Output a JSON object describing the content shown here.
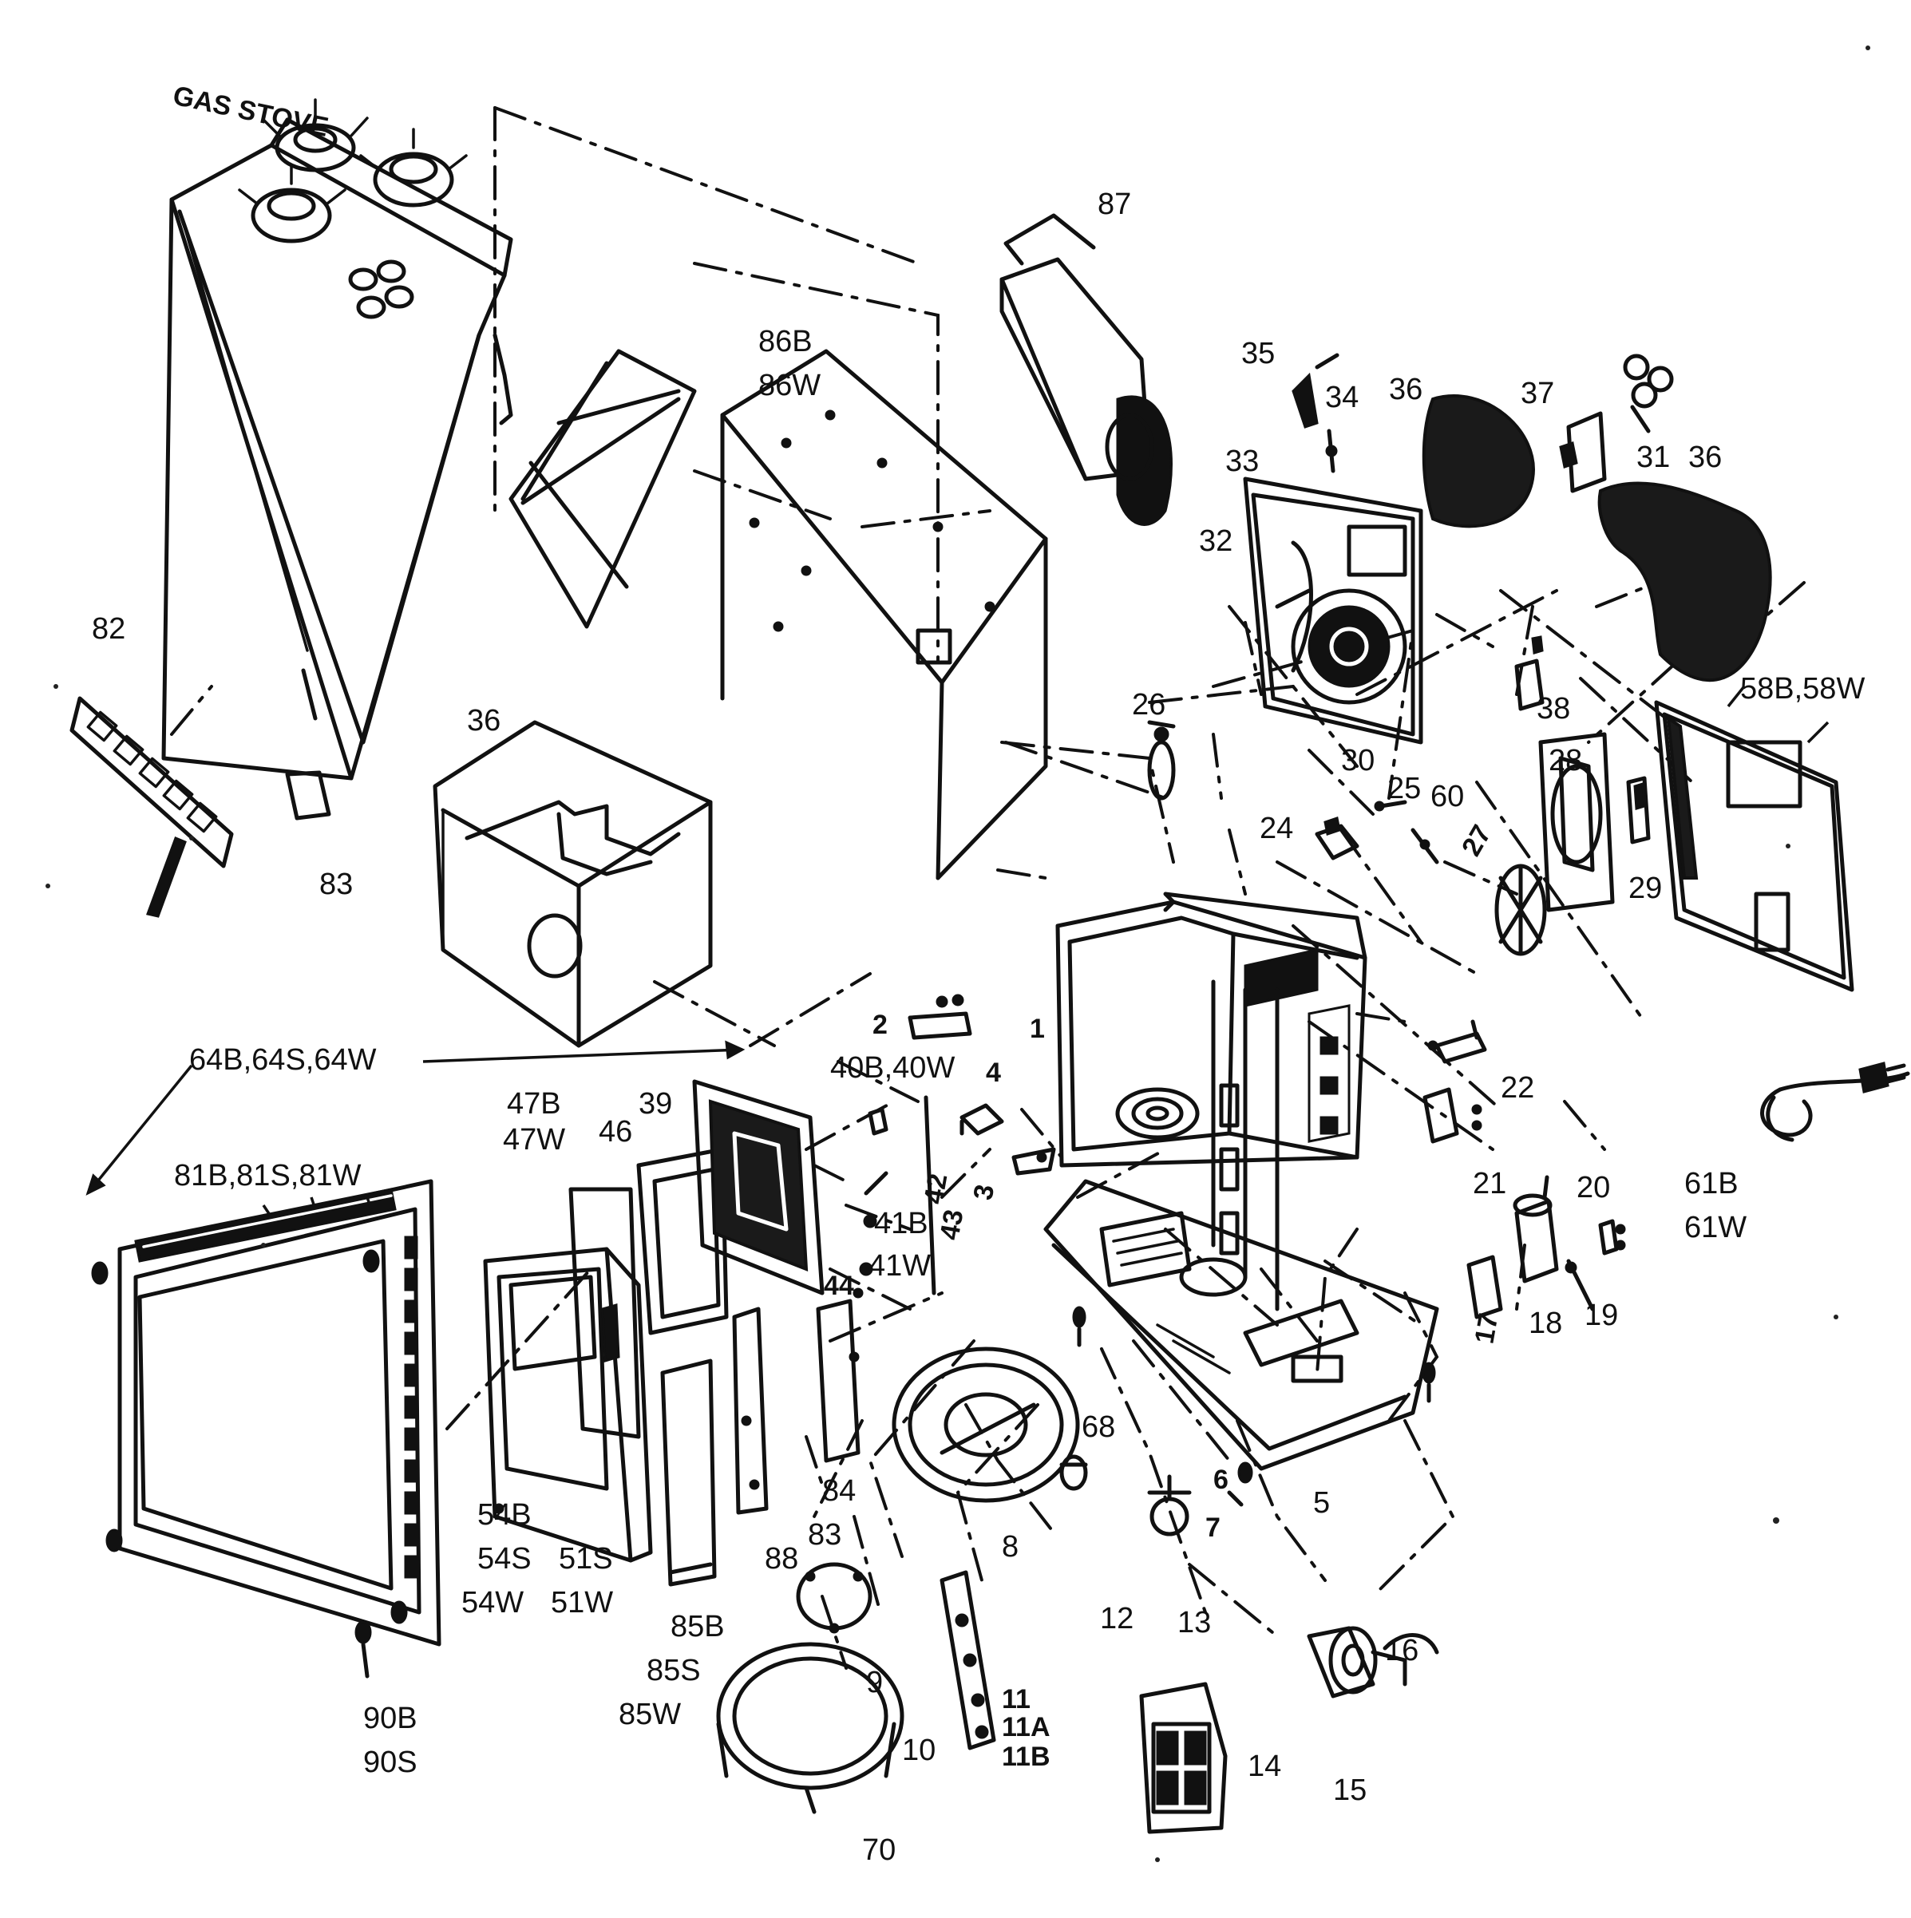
{
  "title": "",
  "gas_stove_caption": "GAS STOVE",
  "part_labels": {
    "p1": "1",
    "p2": "2",
    "p3": "3",
    "p4": "4",
    "p5": "5",
    "p6": "6",
    "p7": "7",
    "p8": "8",
    "p9": "9",
    "p10": "10",
    "p11": "11",
    "p11A": "11A",
    "p11B": "11B",
    "p12": "12",
    "p13": "13",
    "p14": "14",
    "p15": "15",
    "p16": "16",
    "p17": "17",
    "p18": "18",
    "p19": "19",
    "p20": "20",
    "p21": "21",
    "p22": "22",
    "p24": "24",
    "p25": "25",
    "p26": "26",
    "p27": "27",
    "p28": "28",
    "p29": "29",
    "p30": "30",
    "p31": "31",
    "p32": "32",
    "p33": "33",
    "p34": "34",
    "p35": "35",
    "p36a": "36",
    "p36b": "36",
    "p36c": "36",
    "p37": "37",
    "p38": "38",
    "p39": "39",
    "p40": "40B,40W",
    "p41a": "41B",
    "p41b": "41W",
    "p42": "42",
    "p43": "43",
    "p44": "44",
    "p46": "46",
    "p47a": "47B",
    "p47b": "47W",
    "p51a": "51S",
    "p51b": "51W",
    "p54a": "54B",
    "p54b": "54S",
    "p54c": "54W",
    "p58": "58B,58W",
    "p60": "60",
    "p61a": "61B",
    "p61b": "61W",
    "p64": "64B,64S,64W",
    "p68": "68",
    "p70": "70",
    "p81": "81B,81S,81W",
    "p82": "82",
    "p83a": "83",
    "p83b": "83",
    "p84": "84",
    "p85a": "85B",
    "p85b": "85S",
    "p85c": "85W",
    "p86a": "86B",
    "p86b": "86W",
    "p87": "87",
    "p88": "88",
    "p90a": "90B",
    "p90b": "90S"
  }
}
